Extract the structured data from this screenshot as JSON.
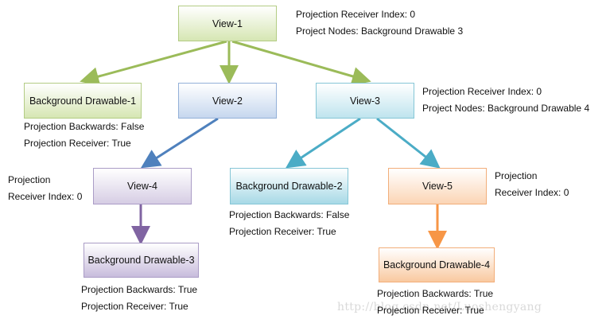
{
  "nodes": {
    "view1": "View-1",
    "bg1": "Background Drawable-1",
    "view2": "View-2",
    "view3": "View-3",
    "view4": "View-4",
    "bg2": "Background Drawable-2",
    "view5": "View-5",
    "bg3": "Background Drawable-3",
    "bg4": "Background Drawable-4"
  },
  "notes": {
    "view1": [
      "Projection Receiver Index: 0",
      "Project Nodes: Background Drawable 3"
    ],
    "view3": [
      "Projection Receiver Index: 0",
      "Project Nodes: Background Drawable 4"
    ],
    "bg1": [
      "Projection Backwards: False",
      "Projection Receiver: True"
    ],
    "view4": [
      "Projection",
      "Receiver Index: 0"
    ],
    "view5": [
      "Projection",
      "Receiver Index: 0"
    ],
    "bg2": [
      "Projection Backwards: False",
      "Projection Receiver: True"
    ],
    "bg3": [
      "Projection Backwards: True",
      "Projection Receiver: True"
    ],
    "bg4": [
      "Projection Backwards: True",
      "Projection Receiver: True"
    ]
  },
  "watermark": "http://blog.csdn.net/Luoshengyang",
  "colors": {
    "green_edge": "#9bbb59",
    "blue_edge": "#4f81bd",
    "teal_edge": "#4bacc6",
    "purple_edge": "#8064a2",
    "orange_edge": "#f79646"
  }
}
